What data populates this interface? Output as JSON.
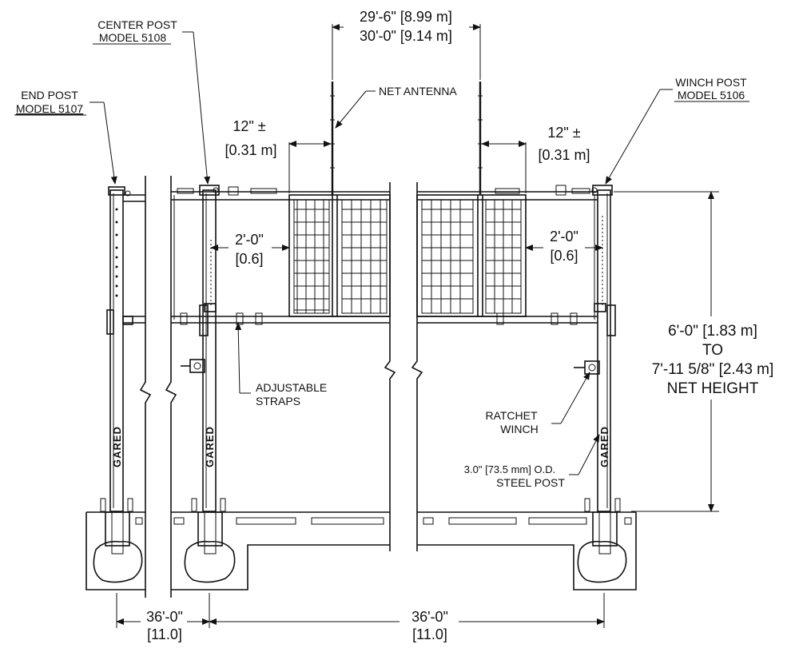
{
  "labels": {
    "end_post_line1": "END POST",
    "end_post_line2": "MODEL 5107",
    "center_post_line1": "CENTER POST",
    "center_post_line2": "MODEL 5108",
    "winch_post_line1": "WINCH POST",
    "winch_post_line2": "MODEL 5106",
    "net_antenna": "NET ANTENNA",
    "top_dim_line1": "29'-6\" [8.99 m]",
    "top_dim_line2": "30'-0\" [9.14 m]",
    "left_offset_line1": "12\" ±",
    "left_offset_line2": "[0.31 m]",
    "right_offset_line1": "12\" ±",
    "right_offset_line2": "[0.31 m]",
    "left_gap_line1": "2'-0\"",
    "left_gap_line2": "[0.6]",
    "right_gap_line1": "2'-0\"",
    "right_gap_line2": "[0.6]",
    "straps_line1": "ADJUSTABLE",
    "straps_line2": "STRAPS",
    "winch_line1": "RATCHET",
    "winch_line2": "WINCH",
    "steel_line1": "3.0\" [73.5 mm] O.D.",
    "steel_line2": "STEEL POST",
    "height_line1": "6'-0\" [1.83 m]",
    "height_line2": "TO",
    "height_line3": "7'-11 5/8\" [2.43 m]",
    "height_line4": "NET HEIGHT",
    "bottom_left_line1": "36'-0\"",
    "bottom_left_line2": "[11.0]",
    "bottom_right_line1": "36'-0\"",
    "bottom_right_line2": "[11.0]",
    "brand": "GARED"
  },
  "colors": {
    "ink": "#111111",
    "background": "#ffffff"
  }
}
